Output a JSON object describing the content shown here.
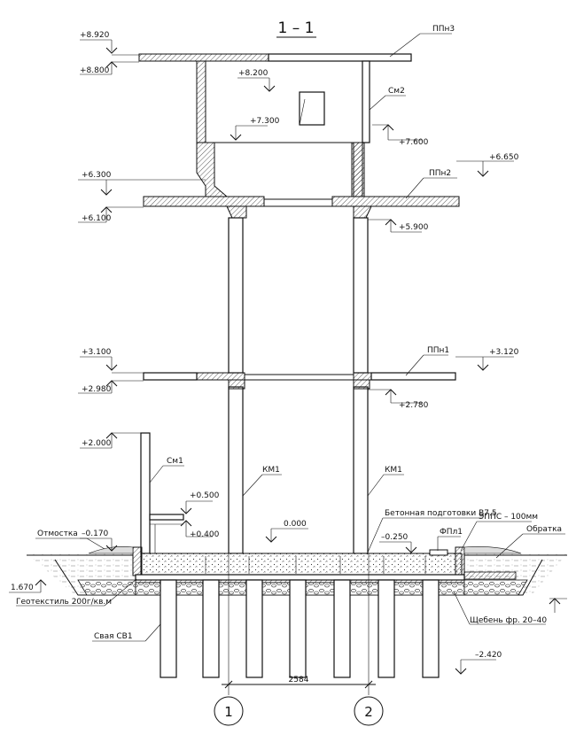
{
  "section_title": "1 – 1",
  "elevations": {
    "e8920": "+8.920",
    "e8800": "+8.800",
    "e8200": "+8.200",
    "e7300": "+7.300",
    "e7600": "+7.600",
    "e6650": "+6.650",
    "e6300": "+6.300",
    "e6100": "+6.100",
    "e5900": "+5.900",
    "e3100": "+3.100",
    "e3120": "+3.120",
    "e2980": "+2.980",
    "e2780": "+2.780",
    "e2000": "+2.000",
    "e0500": "+0.500",
    "e0400": "+0.400",
    "e0000": "0.000",
    "em0170": "–0.170",
    "em0250": "–0.250",
    "em1670": "1.670",
    "em2420": "–2.420"
  },
  "labels": {
    "ppn3": "ППн3",
    "sm2": "См2",
    "ppn2": "ППн2",
    "ppn1": "ППн1",
    "sm1": "См1",
    "km1_left": "КМ1",
    "km1_right": "КМ1",
    "concrete_prep": "Бетонная подготовки В7.5",
    "epps": "ЭППС – 100мм",
    "otmostka": "Отмостка",
    "obratka": "Обратка",
    "fpl1": "ФПл1",
    "geotextile": "Геотекстиль 200г/кв.м",
    "gravel": "Щебень фр. 20–40",
    "pile": "Свая СВ1"
  },
  "dimension": "2584",
  "axes": [
    "1",
    "2"
  ]
}
